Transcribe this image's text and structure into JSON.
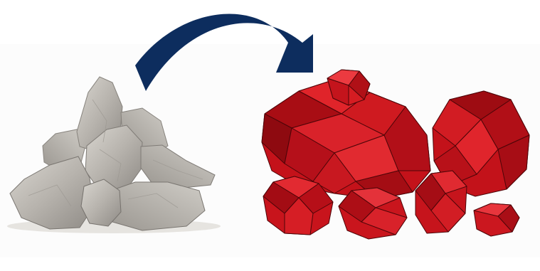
{
  "figure": {
    "left_panel": {
      "subject": "real-rock-aggregate-photo",
      "rock_color": "#b9b6b1",
      "count": 8
    },
    "arrow": {
      "icon": "curved-arrow-right-icon",
      "color": "#0d2d5e"
    },
    "right_panel": {
      "subject": "polyhedral-particle-models",
      "particle_color": "#d4141b",
      "count": 7
    }
  }
}
